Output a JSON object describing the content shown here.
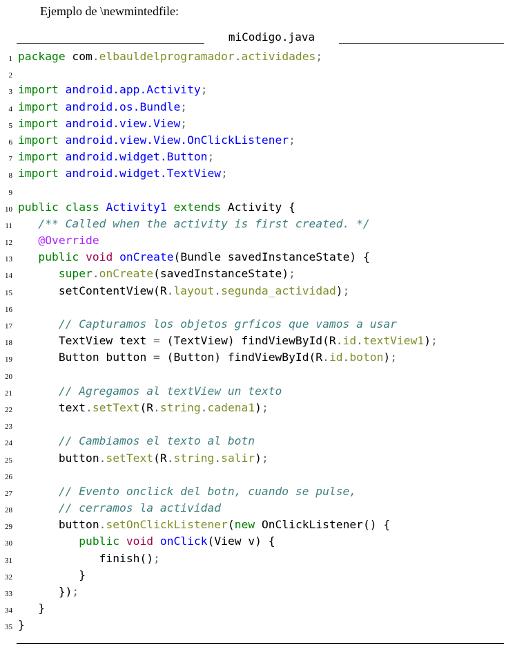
{
  "intro": "Ejemplo de \\newmintedfile:",
  "filename": "miCodigo.java",
  "lines": [
    {
      "n": "1",
      "tokens": [
        [
          "kw",
          "package"
        ],
        [
          "",
          " com"
        ],
        [
          "op",
          "."
        ],
        [
          "mem",
          "elbauldelprogramador"
        ],
        [
          "op",
          "."
        ],
        [
          "mem",
          "actividades"
        ],
        [
          "op",
          ";"
        ]
      ]
    },
    {
      "n": "2",
      "tokens": []
    },
    {
      "n": "3",
      "tokens": [
        [
          "kw",
          "import"
        ],
        [
          "",
          " "
        ],
        [
          "nm",
          "android.app.Activity"
        ],
        [
          "op",
          ";"
        ]
      ]
    },
    {
      "n": "4",
      "tokens": [
        [
          "kw",
          "import"
        ],
        [
          "",
          " "
        ],
        [
          "nm",
          "android.os.Bundle"
        ],
        [
          "op",
          ";"
        ]
      ]
    },
    {
      "n": "5",
      "tokens": [
        [
          "kw",
          "import"
        ],
        [
          "",
          " "
        ],
        [
          "nm",
          "android.view.View"
        ],
        [
          "op",
          ";"
        ]
      ]
    },
    {
      "n": "6",
      "tokens": [
        [
          "kw",
          "import"
        ],
        [
          "",
          " "
        ],
        [
          "nm",
          "android.view.View.OnClickListener"
        ],
        [
          "op",
          ";"
        ]
      ]
    },
    {
      "n": "7",
      "tokens": [
        [
          "kw",
          "import"
        ],
        [
          "",
          " "
        ],
        [
          "nm",
          "android.widget.Button"
        ],
        [
          "op",
          ";"
        ]
      ]
    },
    {
      "n": "8",
      "tokens": [
        [
          "kw",
          "import"
        ],
        [
          "",
          " "
        ],
        [
          "nm",
          "android.widget.TextView"
        ],
        [
          "op",
          ";"
        ]
      ]
    },
    {
      "n": "9",
      "tokens": []
    },
    {
      "n": "10",
      "tokens": [
        [
          "kw",
          "public class"
        ],
        [
          "",
          " "
        ],
        [
          "nm",
          "Activity1"
        ],
        [
          "",
          " "
        ],
        [
          "kw",
          "extends"
        ],
        [
          "",
          " Activity {"
        ]
      ]
    },
    {
      "n": "11",
      "tokens": [
        [
          "",
          "   "
        ],
        [
          "cm",
          "/** Called when the activity is first created. */"
        ]
      ]
    },
    {
      "n": "12",
      "tokens": [
        [
          "",
          "   "
        ],
        [
          "at",
          "@Override"
        ]
      ]
    },
    {
      "n": "13",
      "tokens": [
        [
          "",
          "   "
        ],
        [
          "kw",
          "public"
        ],
        [
          "",
          " "
        ],
        [
          "kw2",
          "void"
        ],
        [
          "",
          " "
        ],
        [
          "nm",
          "onCreate"
        ],
        [
          "",
          "(Bundle savedInstanceState) {"
        ]
      ]
    },
    {
      "n": "14",
      "tokens": [
        [
          "",
          "      "
        ],
        [
          "kw",
          "super"
        ],
        [
          "op",
          "."
        ],
        [
          "mem",
          "onCreate"
        ],
        [
          "",
          "(savedInstanceState)"
        ],
        [
          "op",
          ";"
        ]
      ]
    },
    {
      "n": "15",
      "tokens": [
        [
          "",
          "      setContentView(R"
        ],
        [
          "op",
          "."
        ],
        [
          "mem",
          "layout"
        ],
        [
          "op",
          "."
        ],
        [
          "mem",
          "segunda_actividad"
        ],
        [
          "",
          ")"
        ],
        [
          "op",
          ";"
        ]
      ]
    },
    {
      "n": "16",
      "tokens": []
    },
    {
      "n": "17",
      "tokens": [
        [
          "",
          "      "
        ],
        [
          "cm",
          "// Capturamos los objetos grficos que vamos a usar"
        ]
      ]
    },
    {
      "n": "18",
      "tokens": [
        [
          "",
          "      TextView text "
        ],
        [
          "op",
          "="
        ],
        [
          "",
          " (TextView) findViewById(R"
        ],
        [
          "op",
          "."
        ],
        [
          "mem",
          "id"
        ],
        [
          "op",
          "."
        ],
        [
          "mem",
          "textView1"
        ],
        [
          "",
          ")"
        ],
        [
          "op",
          ";"
        ]
      ]
    },
    {
      "n": "19",
      "tokens": [
        [
          "",
          "      Button button "
        ],
        [
          "op",
          "="
        ],
        [
          "",
          " (Button) findViewById(R"
        ],
        [
          "op",
          "."
        ],
        [
          "mem",
          "id"
        ],
        [
          "op",
          "."
        ],
        [
          "mem",
          "boton"
        ],
        [
          "",
          ")"
        ],
        [
          "op",
          ";"
        ]
      ]
    },
    {
      "n": "20",
      "tokens": []
    },
    {
      "n": "21",
      "tokens": [
        [
          "",
          "      "
        ],
        [
          "cm",
          "// Agregamos al textView un texto"
        ]
      ]
    },
    {
      "n": "22",
      "tokens": [
        [
          "",
          "      text"
        ],
        [
          "op",
          "."
        ],
        [
          "mem",
          "setText"
        ],
        [
          "",
          "(R"
        ],
        [
          "op",
          "."
        ],
        [
          "mem",
          "string"
        ],
        [
          "op",
          "."
        ],
        [
          "mem",
          "cadena1"
        ],
        [
          "",
          ")"
        ],
        [
          "op",
          ";"
        ]
      ]
    },
    {
      "n": "23",
      "tokens": []
    },
    {
      "n": "24",
      "tokens": [
        [
          "",
          "      "
        ],
        [
          "cm",
          "// Cambiamos el texto al botn"
        ]
      ]
    },
    {
      "n": "25",
      "tokens": [
        [
          "",
          "      button"
        ],
        [
          "op",
          "."
        ],
        [
          "mem",
          "setText"
        ],
        [
          "",
          "(R"
        ],
        [
          "op",
          "."
        ],
        [
          "mem",
          "string"
        ],
        [
          "op",
          "."
        ],
        [
          "mem",
          "salir"
        ],
        [
          "",
          ")"
        ],
        [
          "op",
          ";"
        ]
      ]
    },
    {
      "n": "26",
      "tokens": []
    },
    {
      "n": "27",
      "tokens": [
        [
          "",
          "      "
        ],
        [
          "cm",
          "// Evento onclick del botn, cuando se pulse,"
        ]
      ]
    },
    {
      "n": "28",
      "tokens": [
        [
          "",
          "      "
        ],
        [
          "cm",
          "// cerramos la actividad"
        ]
      ]
    },
    {
      "n": "29",
      "tokens": [
        [
          "",
          "      button"
        ],
        [
          "op",
          "."
        ],
        [
          "mem",
          "setOnClickListener"
        ],
        [
          "",
          "("
        ],
        [
          "kw",
          "new"
        ],
        [
          "",
          " OnClickListener() {"
        ]
      ]
    },
    {
      "n": "30",
      "tokens": [
        [
          "",
          "         "
        ],
        [
          "kw",
          "public"
        ],
        [
          "",
          " "
        ],
        [
          "kw2",
          "void"
        ],
        [
          "",
          " "
        ],
        [
          "nm",
          "onClick"
        ],
        [
          "",
          "(View v) {"
        ]
      ]
    },
    {
      "n": "31",
      "tokens": [
        [
          "",
          "            finish()"
        ],
        [
          "op",
          ";"
        ]
      ]
    },
    {
      "n": "32",
      "tokens": [
        [
          "",
          "         }"
        ]
      ]
    },
    {
      "n": "33",
      "tokens": [
        [
          "",
          "      })"
        ],
        [
          "op",
          ";"
        ]
      ]
    },
    {
      "n": "34",
      "tokens": [
        [
          "",
          "   }"
        ]
      ]
    },
    {
      "n": "35",
      "tokens": [
        [
          "",
          "}"
        ]
      ]
    }
  ]
}
